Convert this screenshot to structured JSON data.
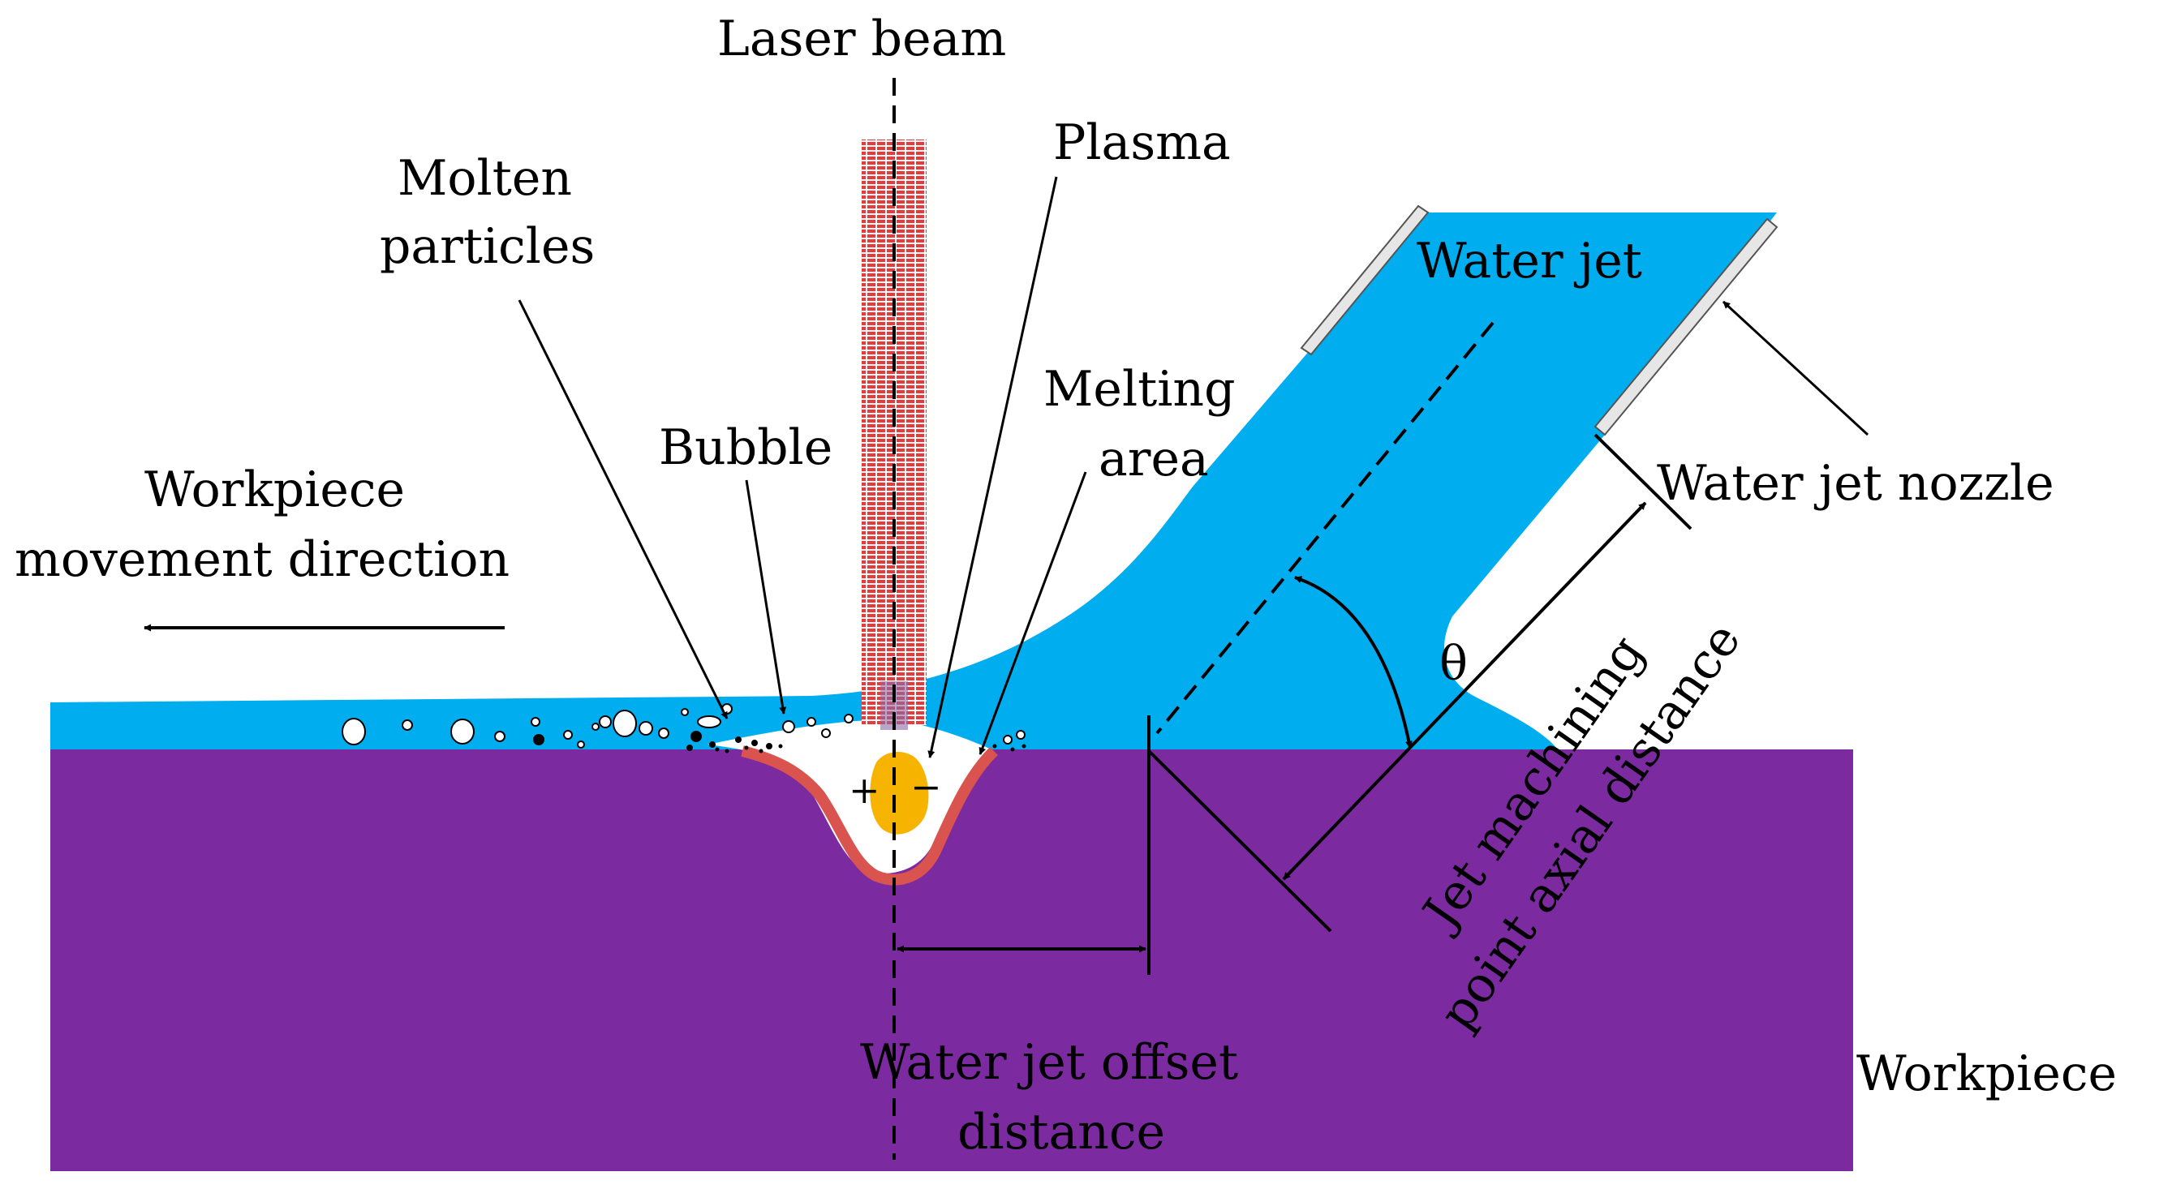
{
  "labels": {
    "laser_beam": "Laser beam",
    "plasma": "Plasma",
    "molten_line1": "Molten",
    "molten_line2": "particles",
    "bubble": "Bubble",
    "melting_line1": "Melting",
    "melting_line2": "area",
    "water_jet": "Water jet",
    "nozzle": "Water jet nozzle",
    "movement_line1": "Workpiece",
    "movement_line2": "movement direction",
    "theta": "θ",
    "axial_line1": "Jet machining",
    "axial_line2": "point axial distance",
    "offset_line1": "Water jet offset",
    "offset_line2": "distance",
    "workpiece": "Workpiece",
    "plus_sign": "+",
    "minus_sign": "−"
  },
  "colors": {
    "workpiece": "#7b2aa0",
    "water": "#00aeef",
    "laser": "#e8393b",
    "melt_edge": "#d9534f",
    "plasma": "#f6b400",
    "nozzle_wall": "#e6e6e6",
    "line": "#000000"
  }
}
